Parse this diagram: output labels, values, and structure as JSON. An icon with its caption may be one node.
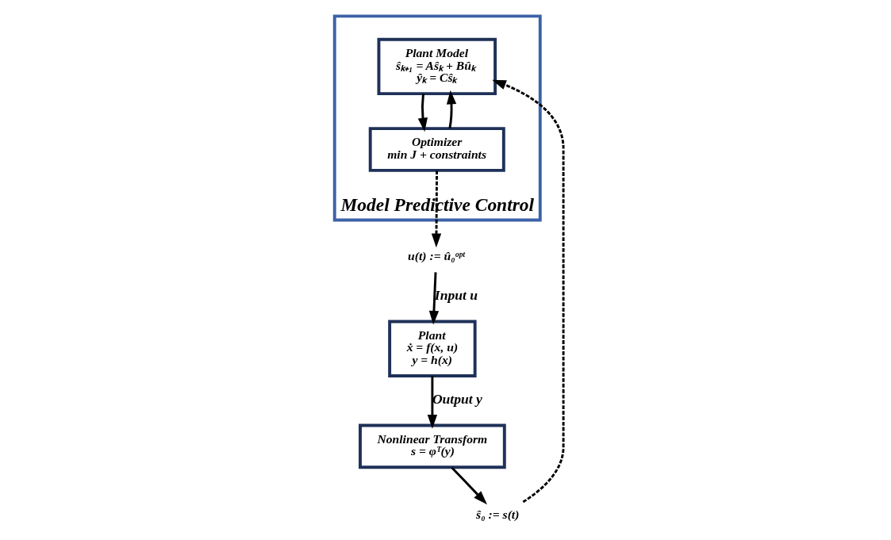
{
  "diagram": {
    "nodes": [
      {
        "text": [
          "Plant",
          "ẋ = f(x, u)",
          "y = h(x)"
        ]
      },
      {
        "text": [
          "Model Predictive Control"
        ]
      },
      {
        "text": [
          "Plant Model",
          "ŝₖ₊₁ = Aŝₖ + Bûₖ",
          "ŷₖ = Cŝₖ"
        ],
        "in": 1
      },
      {
        "text": [
          "Optimizer",
          "min J + constraints"
        ],
        "in": 1
      },
      {
        "text": [
          "Nonlinear Transform",
          "s = φᵀ(y)"
        ]
      },
      {
        "text": [
          "u(t) := û₀ᵒᵖᵗ"
        ]
      },
      {
        "text": [
          "ŝ₀ := s(t)"
        ]
      }
    ],
    "edges": [
      {
        "from": 0,
        "to": 4,
        "arrow": "to",
        "label": "Output y"
      },
      {
        "from": 4,
        "to": 6,
        "arrow": "to"
      },
      {
        "from": 6,
        "to": 2,
        "arrow": "to",
        "style": "dashed"
      },
      {
        "from": 2,
        "to": 3,
        "arrow": "to"
      },
      {
        "from": 3,
        "to": 2,
        "arrow": "to"
      },
      {
        "from": 3,
        "to": 5,
        "arrow": "to",
        "style": "dashed"
      },
      {
        "from": 5,
        "to": 0,
        "arrow": "to",
        "label": "Input u"
      }
    ]
  }
}
